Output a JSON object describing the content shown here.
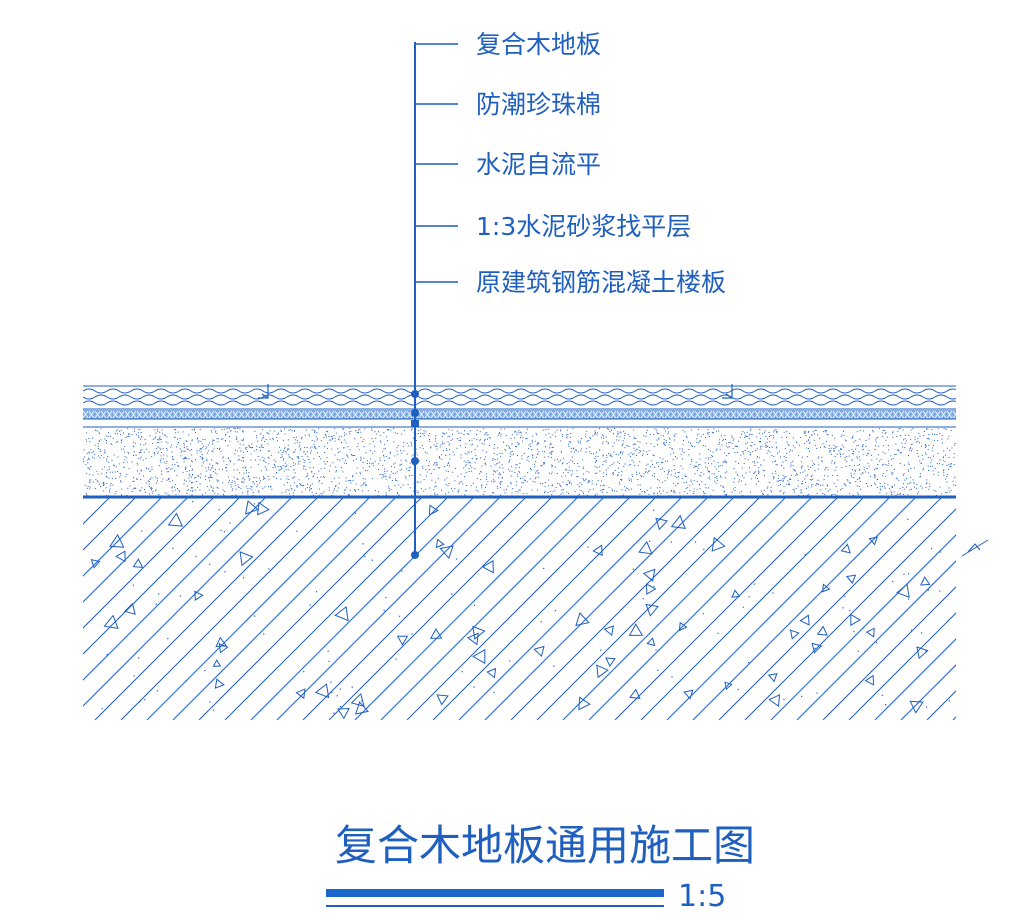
{
  "layers": [
    {
      "label": "复合木地板"
    },
    {
      "label": "防潮珍珠棉"
    },
    {
      "label": "水泥自流平"
    },
    {
      "label": "1:3水泥砂浆找平层"
    },
    {
      "label": "原建筑钢筋混凝土楼板"
    }
  ],
  "title": "复合木地板通用施工图",
  "scale": "1:5",
  "colors": {
    "line": "#1f5fbf",
    "fill": "#1a66cc"
  }
}
